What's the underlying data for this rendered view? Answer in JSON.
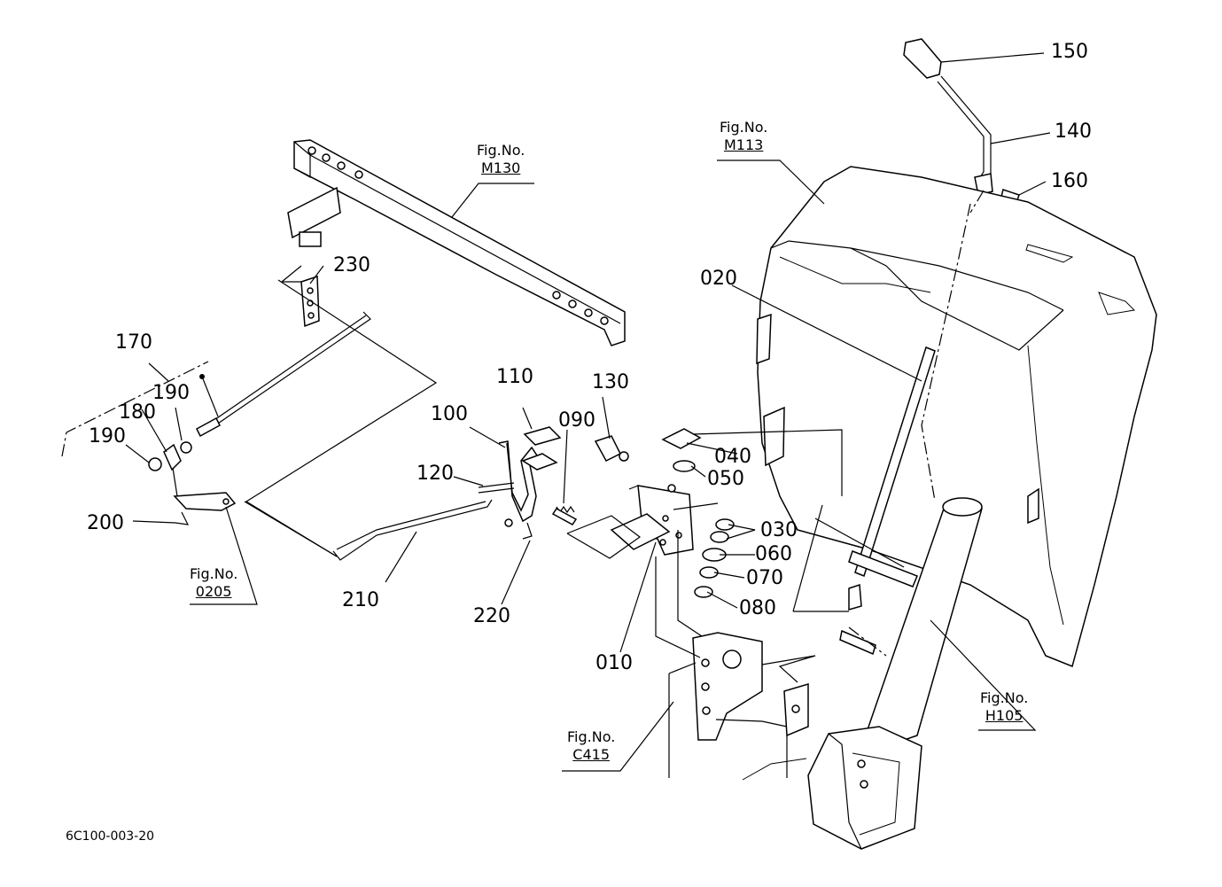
{
  "labels": {
    "p010": "010",
    "p020": "020",
    "p030": "030",
    "p040": "040",
    "p050": "050",
    "p060": "060",
    "p070": "070",
    "p080": "080",
    "p090": "090",
    "p100": "100",
    "p110": "110",
    "p120": "120",
    "p130": "130",
    "p140": "140",
    "p150": "150",
    "p160": "160",
    "p170": "170",
    "p180": "180",
    "p190a": "190",
    "p190b": "190",
    "p200": "200",
    "p210": "210",
    "p220": "220",
    "p230": "230"
  },
  "figrefs": {
    "m130": {
      "title": "Fig.No.",
      "code": "M130"
    },
    "m113": {
      "title": "Fig.No.",
      "code": "M113"
    },
    "f0205": {
      "title": "Fig.No.",
      "code": "0205"
    },
    "c415": {
      "title": "Fig.No.",
      "code": "C415"
    },
    "h105": {
      "title": "Fig.No.",
      "code": "H105"
    }
  },
  "footer": {
    "code": "6C100-003-20"
  }
}
